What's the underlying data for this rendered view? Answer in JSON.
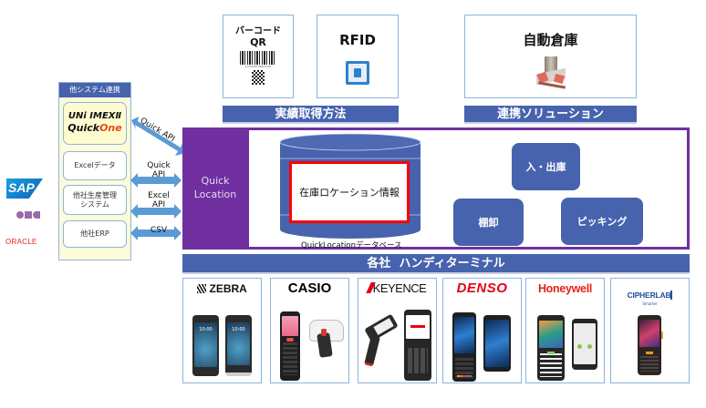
{
  "top": {
    "barcode_box": {
      "title_line1": "バーコード",
      "title_line2": "QR",
      "barcode_digits": "1234567890128"
    },
    "rfid_box": {
      "title": "RFID"
    },
    "asrs_box": {
      "title": "自動倉庫"
    },
    "acquisition_bar": "実績取得方法",
    "integration_bar": "連携ソリューション"
  },
  "left": {
    "external_logos": [
      "SAP",
      "OBC",
      "ORACLE"
    ],
    "panel_header": "他システム連携",
    "unimex": {
      "line1": "UNi",
      "line2": "IMEXⅡ",
      "quick": "Quick",
      "one": "One"
    },
    "items": [
      "Excelデータ",
      "他社生産管理\nシステム",
      "他社ERP"
    ]
  },
  "arrows": [
    {
      "label": "Quick API"
    },
    {
      "label": "Quick\nAPI"
    },
    {
      "label": "Excel\nAPI"
    },
    {
      "label": "CSV"
    }
  ],
  "main": {
    "ql_block": "Quick\nLocation",
    "database_info": "在庫ロケーション情報",
    "database_caption": "QuickLocationデータベース",
    "operations": [
      "入・出庫",
      "棚卸",
      "ピッキング"
    ]
  },
  "terminals": {
    "bar": "各社  ハンディターミナル",
    "vendors": [
      {
        "name": "ZEBRA",
        "color": "#111111"
      },
      {
        "name": "CASIO",
        "color": "#000000"
      },
      {
        "name": "KEYENCE",
        "color": "#111111",
        "accent": "#e60012"
      },
      {
        "name": "DENSO",
        "color": "#e60012"
      },
      {
        "name": "Honeywell",
        "color": "#e2231a"
      },
      {
        "name": "CIPHERLAB",
        "sub": "Smarter",
        "color": "#1b4f9c"
      }
    ],
    "screen_time": "10:00"
  },
  "colors": {
    "blue_bar": "#4763ad",
    "purple": "#7030a0",
    "panel_yellow": "#fdfbd9",
    "arrow_blue": "#5b9bd5",
    "red_frame": "#ff0000",
    "frame_border": "#8fb4dc"
  }
}
